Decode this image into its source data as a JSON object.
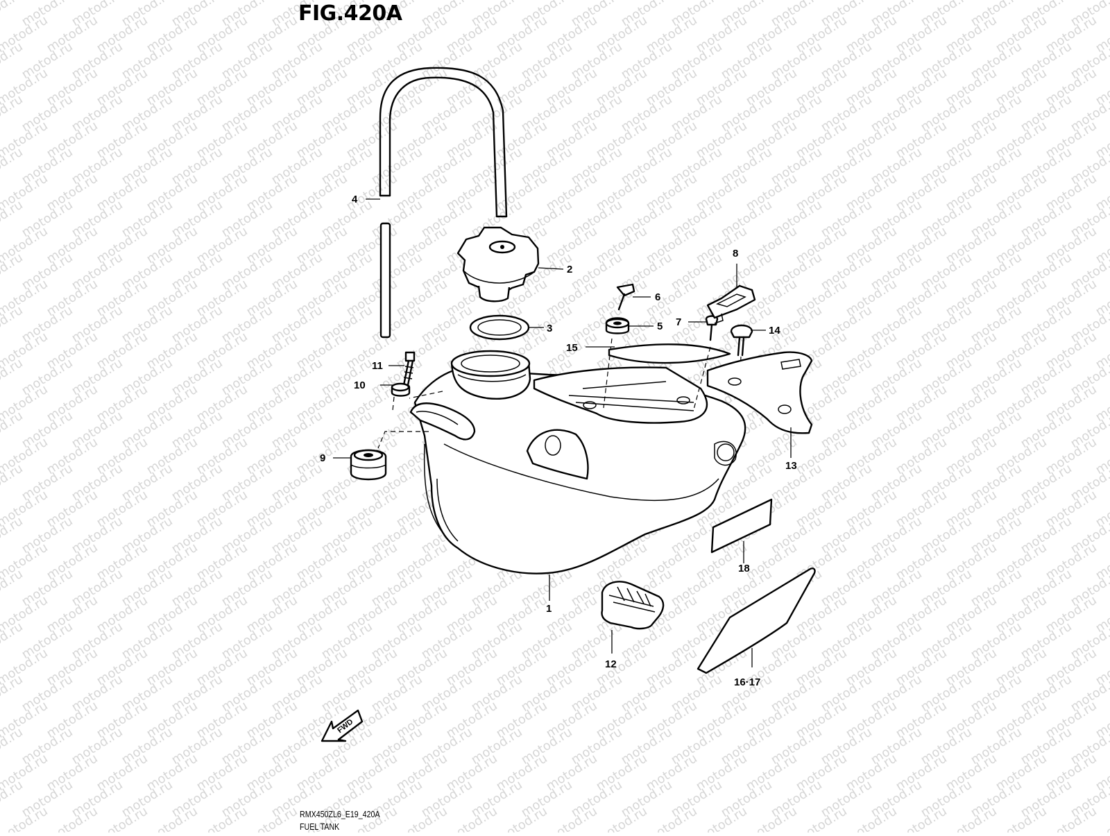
{
  "figure": {
    "title": "FIG.420A",
    "model_code": "RMX450ZL6_E19_420A",
    "name": "FUEL TANK",
    "watermark": "motod.ru",
    "forward_label": "FWD"
  },
  "callouts": [
    {
      "id": "c1",
      "label": "1"
    },
    {
      "id": "c2",
      "label": "2"
    },
    {
      "id": "c3",
      "label": "3"
    },
    {
      "id": "c4",
      "label": "4"
    },
    {
      "id": "c5",
      "label": "5"
    },
    {
      "id": "c6",
      "label": "6"
    },
    {
      "id": "c7",
      "label": "7"
    },
    {
      "id": "c8",
      "label": "8"
    },
    {
      "id": "c9",
      "label": "9"
    },
    {
      "id": "c10",
      "label": "10"
    },
    {
      "id": "c11",
      "label": "11"
    },
    {
      "id": "c12",
      "label": "12"
    },
    {
      "id": "c13",
      "label": "13"
    },
    {
      "id": "c14",
      "label": "14"
    },
    {
      "id": "c15",
      "label": "15"
    },
    {
      "id": "c16",
      "label": "16·17"
    },
    {
      "id": "c18",
      "label": "18"
    }
  ]
}
